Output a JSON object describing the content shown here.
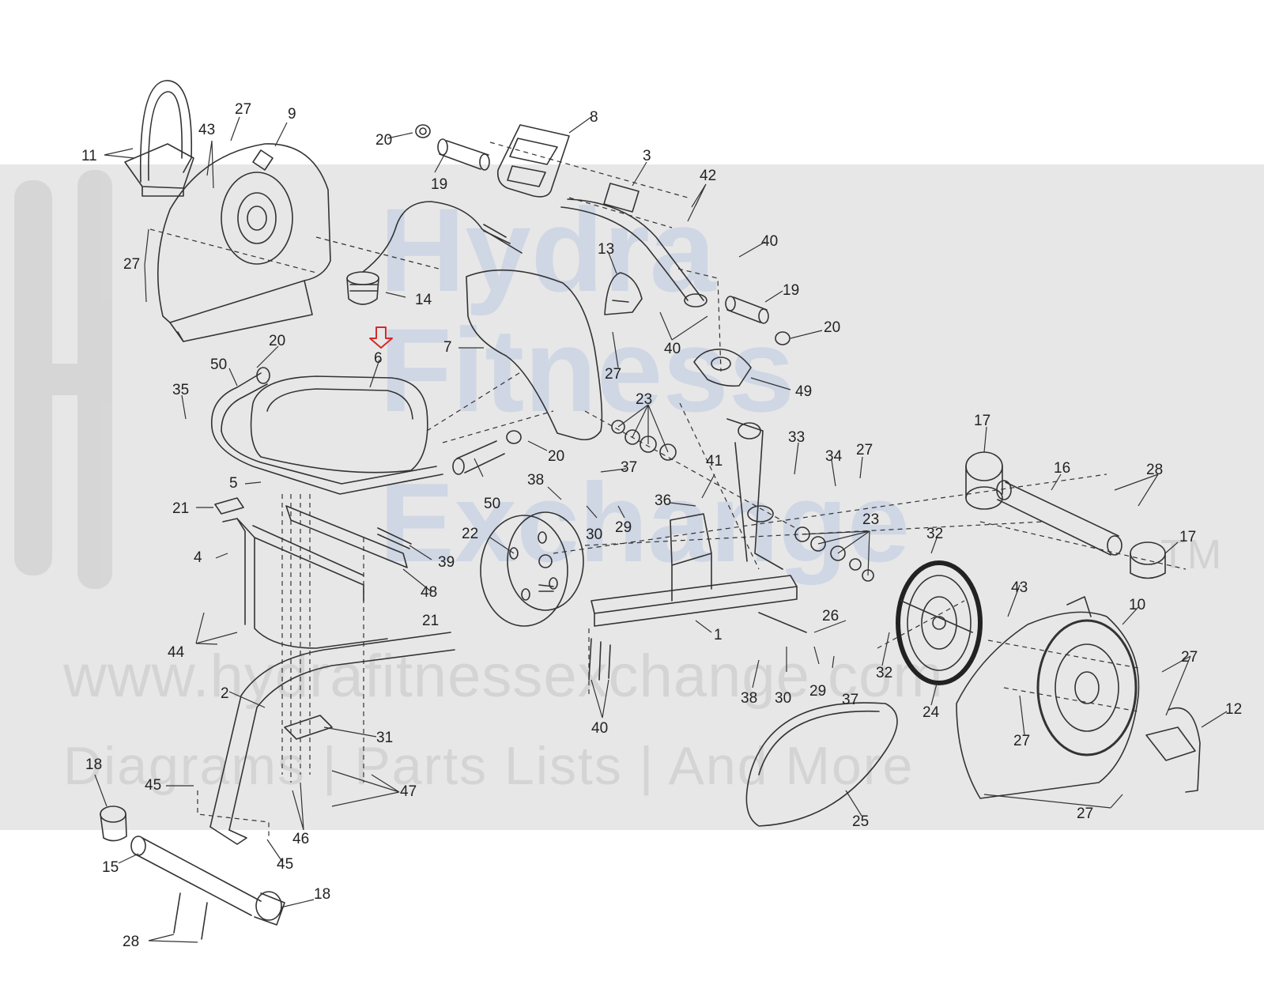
{
  "watermark": {
    "logo_words": [
      "Hydra",
      "Fitness",
      "Exchange"
    ],
    "trademark": "TM",
    "url": "www.hydrafitnessexchange.com",
    "tagline": "Diagrams | Parts Lists | And More"
  },
  "highlight_color": "#d22a2a",
  "line_color": "#333333",
  "callouts": [
    {
      "id": "c1",
      "text": "1"
    },
    {
      "id": "c2",
      "text": "2"
    },
    {
      "id": "c3",
      "text": "3"
    },
    {
      "id": "c4",
      "text": "4"
    },
    {
      "id": "c5",
      "text": "5"
    },
    {
      "id": "c6",
      "text": "6"
    },
    {
      "id": "c7",
      "text": "7"
    },
    {
      "id": "c8",
      "text": "8"
    },
    {
      "id": "c9",
      "text": "9"
    },
    {
      "id": "c10",
      "text": "10"
    },
    {
      "id": "c11",
      "text": "11"
    },
    {
      "id": "c12",
      "text": "12"
    },
    {
      "id": "c13",
      "text": "13"
    },
    {
      "id": "c14",
      "text": "14"
    },
    {
      "id": "c15",
      "text": "15"
    },
    {
      "id": "c16",
      "text": "16"
    },
    {
      "id": "c17a",
      "text": "17"
    },
    {
      "id": "c17b",
      "text": "17"
    },
    {
      "id": "c18a",
      "text": "18"
    },
    {
      "id": "c18b",
      "text": "18"
    },
    {
      "id": "c19a",
      "text": "19"
    },
    {
      "id": "c19b",
      "text": "19"
    },
    {
      "id": "c20a",
      "text": "20"
    },
    {
      "id": "c20b",
      "text": "20"
    },
    {
      "id": "c20c",
      "text": "20"
    },
    {
      "id": "c20d",
      "text": "20"
    },
    {
      "id": "c21a",
      "text": "21"
    },
    {
      "id": "c21b",
      "text": "21"
    },
    {
      "id": "c22",
      "text": "22"
    },
    {
      "id": "c23a",
      "text": "23"
    },
    {
      "id": "c23b",
      "text": "23"
    },
    {
      "id": "c24",
      "text": "24"
    },
    {
      "id": "c25",
      "text": "25"
    },
    {
      "id": "c26",
      "text": "26"
    },
    {
      "id": "c27a",
      "text": "27"
    },
    {
      "id": "c27b",
      "text": "27"
    },
    {
      "id": "c27c",
      "text": "27"
    },
    {
      "id": "c27d",
      "text": "27"
    },
    {
      "id": "c27e",
      "text": "27"
    },
    {
      "id": "c27f",
      "text": "27"
    },
    {
      "id": "c27g",
      "text": "27"
    },
    {
      "id": "c28a",
      "text": "28"
    },
    {
      "id": "c28b",
      "text": "28"
    },
    {
      "id": "c29a",
      "text": "29"
    },
    {
      "id": "c29b",
      "text": "29"
    },
    {
      "id": "c30a",
      "text": "30"
    },
    {
      "id": "c30b",
      "text": "30"
    },
    {
      "id": "c31",
      "text": "31"
    },
    {
      "id": "c32a",
      "text": "32"
    },
    {
      "id": "c32b",
      "text": "32"
    },
    {
      "id": "c33",
      "text": "33"
    },
    {
      "id": "c34",
      "text": "34"
    },
    {
      "id": "c35",
      "text": "35"
    },
    {
      "id": "c36",
      "text": "36"
    },
    {
      "id": "c37a",
      "text": "37"
    },
    {
      "id": "c37b",
      "text": "37"
    },
    {
      "id": "c38a",
      "text": "38"
    },
    {
      "id": "c38b",
      "text": "38"
    },
    {
      "id": "c39",
      "text": "39"
    },
    {
      "id": "c40a",
      "text": "40"
    },
    {
      "id": "c40b",
      "text": "40"
    },
    {
      "id": "c40c",
      "text": "40"
    },
    {
      "id": "c41",
      "text": "41"
    },
    {
      "id": "c42",
      "text": "42"
    },
    {
      "id": "c43a",
      "text": "43"
    },
    {
      "id": "c43b",
      "text": "43"
    },
    {
      "id": "c44",
      "text": "44"
    },
    {
      "id": "c45a",
      "text": "45"
    },
    {
      "id": "c45b",
      "text": "45"
    },
    {
      "id": "c46",
      "text": "46"
    },
    {
      "id": "c47",
      "text": "47"
    },
    {
      "id": "c48",
      "text": "48"
    },
    {
      "id": "c49",
      "text": "49"
    },
    {
      "id": "c50a",
      "text": "50"
    },
    {
      "id": "c50b",
      "text": "50"
    }
  ]
}
